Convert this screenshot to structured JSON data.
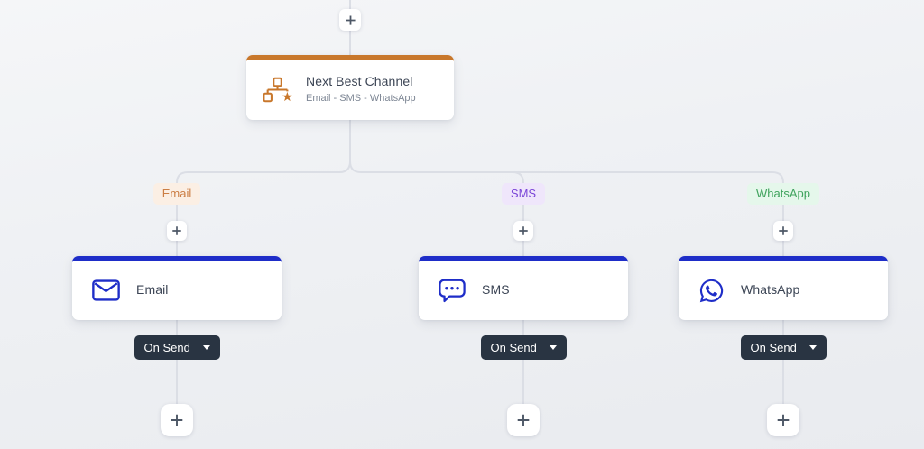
{
  "root_node": {
    "title": "Next Best Channel",
    "subtitle": "Email - SMS - WhatsApp",
    "accent_color": "#C8772B",
    "icon": "hierarchy-star-icon"
  },
  "branches": [
    {
      "id": "email",
      "badge": {
        "label": "Email",
        "text_color": "#CB7E44",
        "bg_color": "#FBEFE4"
      },
      "node": {
        "title": "Email",
        "icon": "envelope-icon",
        "accent_color": "#1E2DC8"
      },
      "trigger": {
        "label": "On Send"
      }
    },
    {
      "id": "sms",
      "badge": {
        "label": "SMS",
        "text_color": "#7A45D8",
        "bg_color": "#EFE6FB"
      },
      "node": {
        "title": "SMS",
        "icon": "sms-bubble-icon",
        "accent_color": "#1E2DC8"
      },
      "trigger": {
        "label": "On Send"
      }
    },
    {
      "id": "whatsapp",
      "badge": {
        "label": "WhatsApp",
        "text_color": "#3FA35D",
        "bg_color": "#E5F7EB"
      },
      "node": {
        "title": "WhatsApp",
        "icon": "whatsapp-icon",
        "accent_color": "#1E2DC8"
      },
      "trigger": {
        "label": "On Send"
      }
    }
  ],
  "colors": {
    "background_top": "#F5F6F8",
    "background_bottom": "#E9EBEF",
    "connector": "#DBDEE5",
    "card_background": "#FFFFFF",
    "trigger_background": "#293442",
    "trigger_text": "#FFFFFF",
    "plus_glyph": "#4D5766",
    "title_text": "#3C4555",
    "subtitle_text": "#7E8795"
  }
}
